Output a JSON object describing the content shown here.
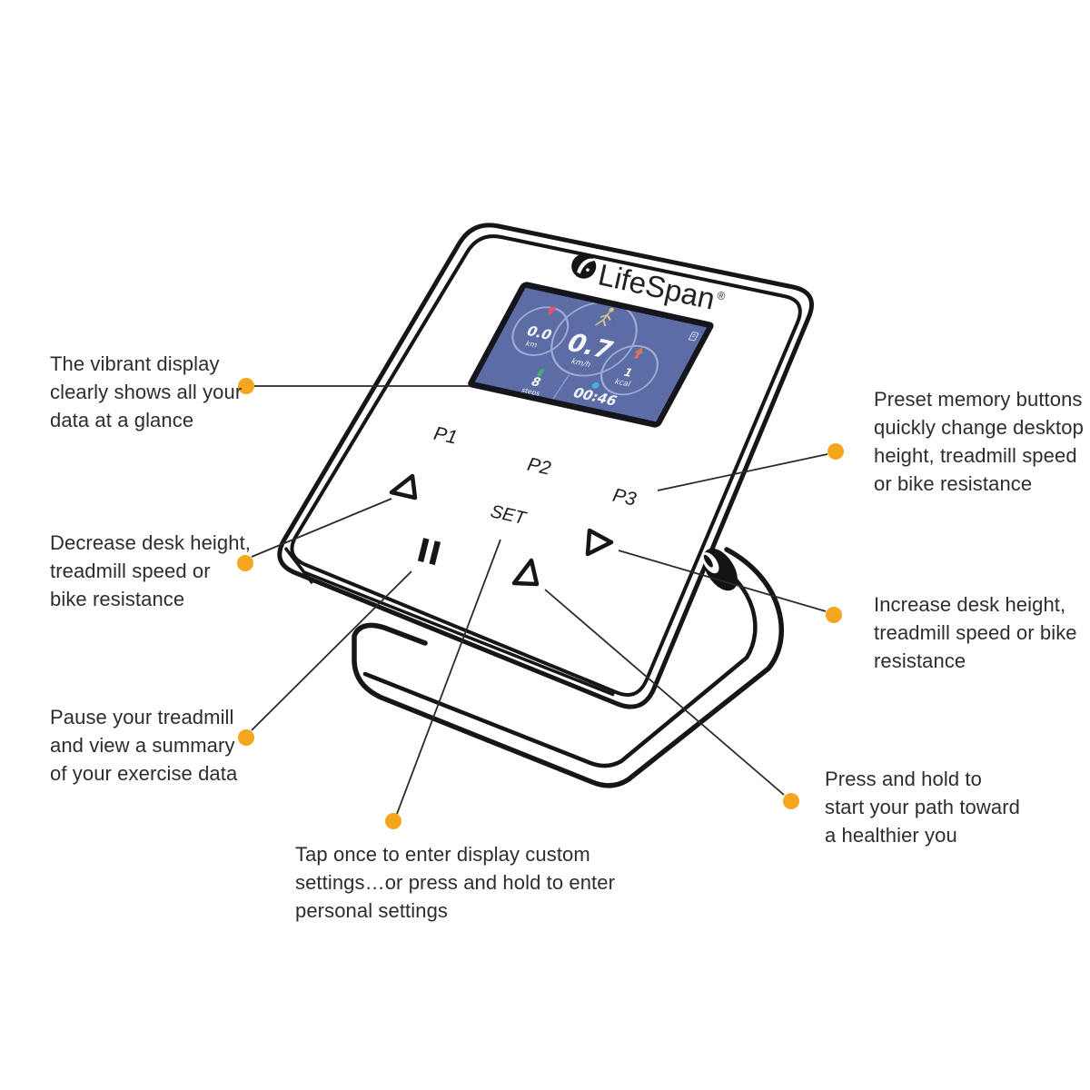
{
  "brand": {
    "name": "LifeSpan",
    "registered_mark": "®",
    "logo_icon": "lifespan-leaf-icon"
  },
  "screen": {
    "distance_value": "0.0",
    "distance_unit": "km",
    "speed_value": "0.7",
    "speed_unit": "km/h",
    "calories_value": "1",
    "calories_unit": "kcal",
    "steps_value": "8",
    "steps_unit": "steps",
    "time_value": "00:46"
  },
  "buttons": {
    "p1": "P1",
    "p2": "P2",
    "p3": "P3",
    "set": "SET"
  },
  "icons": {
    "distance": "location-pin-icon",
    "speed": "walking-person-icon",
    "calories": "up-arrow-icon",
    "steps": "steps-icon",
    "time": "clock-icon",
    "decrease": "left-triangle-icon",
    "increase": "right-triangle-icon",
    "pause": "pause-icon",
    "start": "start-triangle-icon"
  },
  "callouts": {
    "display": {
      "lines": [
        "The vibrant display",
        "clearly shows all your",
        "data at a glance"
      ]
    },
    "decrease": {
      "lines": [
        "Decrease desk height,",
        "treadmill speed or",
        "bike resistance"
      ]
    },
    "pause": {
      "lines": [
        "Pause your treadmill",
        "and view a summary",
        "of your exercise data"
      ]
    },
    "set": {
      "lines": [
        "Tap once to enter display custom",
        "settings…or press and hold to enter",
        "personal settings"
      ]
    },
    "preset": {
      "lines": [
        "Preset memory buttons",
        "quickly change desktop",
        "height, treadmill speed",
        "or bike resistance"
      ]
    },
    "increase": {
      "lines": [
        "Increase desk height,",
        "treadmill speed or bike",
        "resistance"
      ]
    },
    "start": {
      "lines": [
        "Press and hold to",
        "start your path toward",
        "a healthier you"
      ]
    }
  },
  "colors": {
    "accent_dot": "#F4A71E",
    "screen_blue": "#5C6DA6",
    "line_art": "#161616",
    "callout_text": "#2d2d2d"
  }
}
